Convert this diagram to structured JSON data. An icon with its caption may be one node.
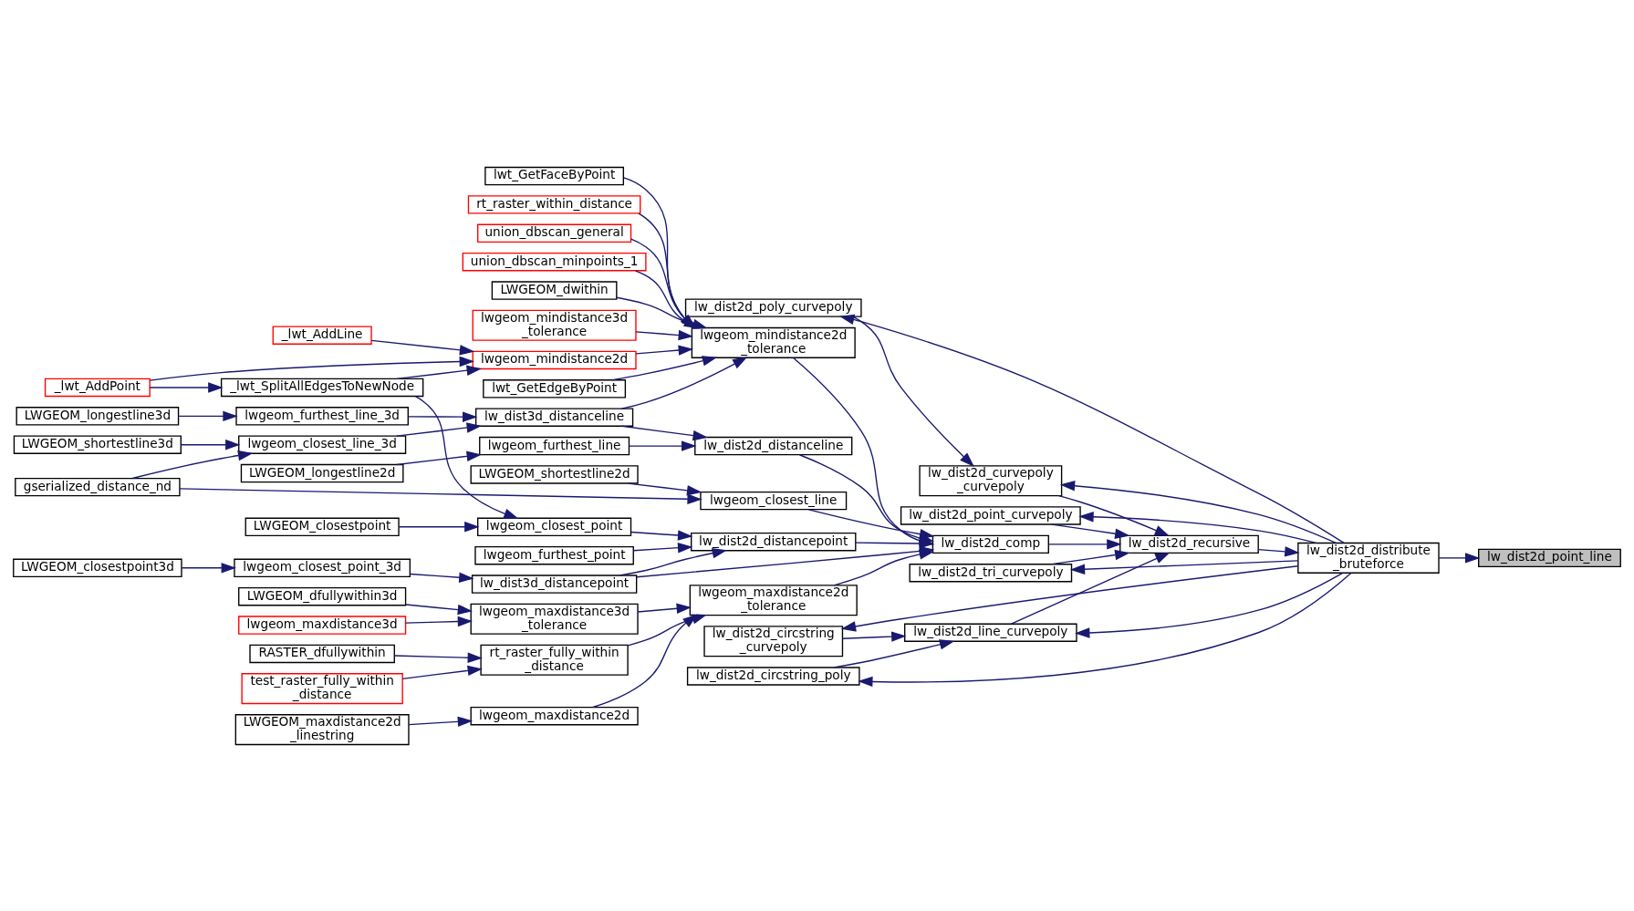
{
  "diagram": {
    "nodes": [
      {
        "text": [
          "lw_dist2d_point_line"
        ]
      },
      {
        "text": [
          "lw_dist2d_distribute _bruteforce"
        ]
      },
      {
        "text": [
          "lw_dist2d_recursive"
        ]
      },
      {
        "text": [
          "lw_dist2d_comp"
        ]
      },
      {
        "text": [
          "lw_dist2d_curvepoly _curvepoly"
        ]
      },
      {
        "text": [
          "lw_dist2d_point_curvepoly"
        ]
      },
      {
        "text": [
          "lw_dist2d_tri_curvepoly"
        ]
      },
      {
        "text": [
          "lw_dist2d_line_curvepoly"
        ]
      },
      {
        "text": [
          "lw_dist2d_poly_curvepoly"
        ]
      },
      {
        "text": [
          "lw_dist2d_circstring _curvepoly"
        ]
      },
      {
        "text": [
          "lw_dist2d_circstring_poly"
        ]
      },
      {
        "text": [
          "lwgeom_maxdistance2d _tolerance"
        ]
      },
      {
        "text": [
          "lw_dist2d_distancepoint"
        ]
      },
      {
        "text": [
          "lwgeom_mindistance2d _tolerance"
        ]
      },
      {
        "text": [
          "lw_dist2d_distanceline"
        ]
      },
      {
        "text": [
          "lw_dist3d_distancepoint"
        ]
      },
      {
        "text": [
          "lw_dist3d_distanceline"
        ]
      },
      {
        "text": [
          "lwgeom_maxdistance2d"
        ]
      },
      {
        "text": [
          "lwgeom_maxdistance3d _tolerance"
        ]
      },
      {
        "text": [
          "rt_raster_fully_within _distance"
        ]
      },
      {
        "text": [
          "LWGEOM_maxdistance2d _linestring"
        ]
      },
      {
        "text": [
          "LWGEOM_dfullywithin3d"
        ]
      },
      {
        "text": [
          "lwgeom_maxdistance3d"
        ]
      },
      {
        "text": [
          "RASTER_dfullywithin"
        ]
      },
      {
        "text": [
          "test_raster_fully_within _distance"
        ]
      },
      {
        "text": [
          "lwgeom_closest_point_3d"
        ]
      },
      {
        "text": [
          "LWGEOM_closestpoint3d"
        ]
      },
      {
        "text": [
          "lwgeom_furthest_point"
        ]
      },
      {
        "text": [
          "lwgeom_closest_point"
        ]
      },
      {
        "text": [
          "LWGEOM_closestpoint"
        ]
      },
      {
        "text": [
          "_lwt_SplitAllEdgesToNewNode"
        ]
      },
      {
        "text": [
          "_lwt_AddPoint"
        ]
      },
      {
        "text": [
          "LWGEOM_dwithin"
        ]
      },
      {
        "text": [
          "lwgeom_mindistance3d _tolerance"
        ]
      },
      {
        "text": [
          "lwgeom_mindistance2d"
        ]
      },
      {
        "text": [
          "_lwt_AddLine"
        ]
      },
      {
        "text": [
          "lwt_GetEdgeByPoint"
        ]
      },
      {
        "text": [
          "lwt_GetFaceByPoint"
        ]
      },
      {
        "text": [
          "rt_raster_within_distance"
        ]
      },
      {
        "text": [
          "union_dbscan_general"
        ]
      },
      {
        "text": [
          "union_dbscan_minpoints_1"
        ]
      },
      {
        "text": [
          "lwgeom_furthest_line_3d"
        ]
      },
      {
        "text": [
          "LWGEOM_longestline3d"
        ]
      },
      {
        "text": [
          "lwgeom_closest_line_3d"
        ]
      },
      {
        "text": [
          "LWGEOM_shortestline3d"
        ]
      },
      {
        "text": [
          "gserialized_distance_nd"
        ]
      },
      {
        "text": [
          "lwgeom_furthest_line"
        ]
      },
      {
        "text": [
          "LWGEOM_longestline2d"
        ]
      },
      {
        "text": [
          "lwgeom_closest_line"
        ]
      },
      {
        "text": [
          "LWGEOM_shortestline2d"
        ]
      }
    ],
    "edges": [
      {
        "from": 1,
        "to": 0,
        "arrow": "to"
      },
      {
        "from": 2,
        "to": 1,
        "arrow": "to"
      },
      {
        "from": 3,
        "to": 2,
        "arrow": "to"
      },
      {
        "from": 4,
        "to": 2,
        "arrow": "to"
      },
      {
        "from": 5,
        "to": 2,
        "arrow": "to"
      },
      {
        "from": 6,
        "to": 2,
        "arrow": "to"
      },
      {
        "from": 7,
        "to": 2,
        "arrow": "to"
      },
      {
        "from": 1,
        "to": 4,
        "arrow": "to"
      },
      {
        "from": 1,
        "to": 5,
        "arrow": "to"
      },
      {
        "from": 1,
        "to": 6,
        "arrow": "to"
      },
      {
        "from": 1,
        "to": 7,
        "arrow": "to"
      },
      {
        "from": 1,
        "to": 8,
        "arrow": "to"
      },
      {
        "from": 1,
        "to": 9,
        "arrow": "to"
      },
      {
        "from": 1,
        "to": 10,
        "arrow": "to"
      },
      {
        "from": 8,
        "to": 4,
        "arrow": "to"
      },
      {
        "from": 9,
        "to": 7,
        "arrow": "to"
      },
      {
        "from": 10,
        "to": 7,
        "arrow": "to"
      },
      {
        "from": 11,
        "to": 3,
        "arrow": "to"
      },
      {
        "from": 12,
        "to": 3,
        "arrow": "to"
      },
      {
        "from": 13,
        "to": 3,
        "arrow": "to"
      },
      {
        "from": 14,
        "to": 3,
        "arrow": "to"
      },
      {
        "from": 15,
        "to": 3,
        "arrow": "to"
      },
      {
        "from": 48,
        "to": 3,
        "arrow": "to"
      },
      {
        "from": 20,
        "to": 17,
        "arrow": "to"
      },
      {
        "from": 17,
        "to": 11,
        "arrow": "to"
      },
      {
        "from": 21,
        "to": 18,
        "arrow": "to"
      },
      {
        "from": 22,
        "to": 18,
        "arrow": "to"
      },
      {
        "from": 18,
        "to": 11,
        "arrow": "to"
      },
      {
        "from": 23,
        "to": 19,
        "arrow": "to"
      },
      {
        "from": 24,
        "to": 19,
        "arrow": "to"
      },
      {
        "from": 19,
        "to": 11,
        "arrow": "to"
      },
      {
        "from": 15,
        "to": 12,
        "arrow": "to"
      },
      {
        "from": 26,
        "to": 25,
        "arrow": "to"
      },
      {
        "from": 25,
        "to": 15,
        "arrow": "to"
      },
      {
        "from": 27,
        "to": 12,
        "arrow": "to"
      },
      {
        "from": 29,
        "to": 28,
        "arrow": "to"
      },
      {
        "from": 28,
        "to": 12,
        "arrow": "to"
      },
      {
        "from": 30,
        "to": 28,
        "arrow": "to"
      },
      {
        "from": 31,
        "to": 30,
        "arrow": "to"
      },
      {
        "from": 31,
        "to": 34,
        "arrow": "to"
      },
      {
        "from": 30,
        "to": 34,
        "arrow": "to"
      },
      {
        "from": 35,
        "to": 34,
        "arrow": "to"
      },
      {
        "from": 32,
        "to": 13,
        "arrow": "to"
      },
      {
        "from": 33,
        "to": 13,
        "arrow": "to"
      },
      {
        "from": 34,
        "to": 13,
        "arrow": "to"
      },
      {
        "from": 36,
        "to": 13,
        "arrow": "to"
      },
      {
        "from": 37,
        "to": 13,
        "arrow": "to"
      },
      {
        "from": 38,
        "to": 13,
        "arrow": "to"
      },
      {
        "from": 39,
        "to": 13,
        "arrow": "to"
      },
      {
        "from": 40,
        "to": 13,
        "arrow": "to"
      },
      {
        "from": 16,
        "to": 13,
        "arrow": "to"
      },
      {
        "from": 16,
        "to": 14,
        "arrow": "to"
      },
      {
        "from": 46,
        "to": 14,
        "arrow": "to"
      },
      {
        "from": 42,
        "to": 41,
        "arrow": "to"
      },
      {
        "from": 41,
        "to": 16,
        "arrow": "to"
      },
      {
        "from": 44,
        "to": 43,
        "arrow": "to"
      },
      {
        "from": 43,
        "to": 16,
        "arrow": "to"
      },
      {
        "from": 45,
        "to": 43,
        "arrow": "to"
      },
      {
        "from": 45,
        "to": 48,
        "arrow": "to"
      },
      {
        "from": 47,
        "to": 46,
        "arrow": "to"
      },
      {
        "from": 49,
        "to": 48,
        "arrow": "to"
      }
    ]
  }
}
